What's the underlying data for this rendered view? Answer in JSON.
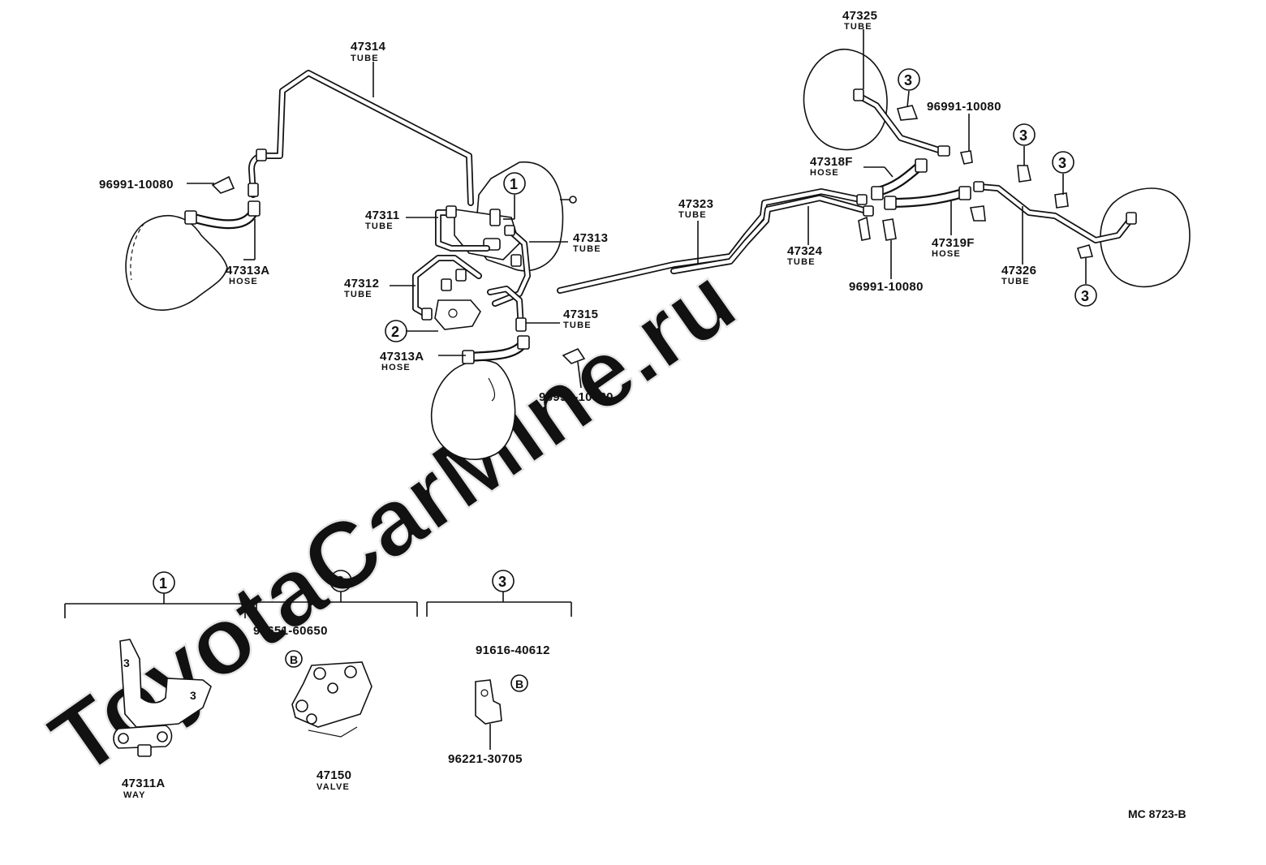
{
  "watermark": "ToyotaCarMine.ru",
  "figure_code": "MC 8723-B",
  "callouts": {
    "p47314": {
      "number": "47314",
      "desc": "TUBE"
    },
    "p96991_a": {
      "number": "96991-10080"
    },
    "p47311": {
      "number": "47311",
      "desc": "TUBE"
    },
    "p47313": {
      "number": "47313",
      "desc": "TUBE"
    },
    "p47313A_a": {
      "number": "47313A",
      "desc": "HOSE"
    },
    "p47312": {
      "number": "47312",
      "desc": "TUBE"
    },
    "p47315": {
      "number": "47315",
      "desc": "TUBE"
    },
    "p47313A_b": {
      "number": "47313A",
      "desc": "HOSE"
    },
    "p96991_b": {
      "number": "96991-10080"
    },
    "p47323": {
      "number": "47323",
      "desc": "TUBE"
    },
    "p47325": {
      "number": "47325",
      "desc": "TUBE"
    },
    "p96991_c": {
      "number": "96991-10080"
    },
    "p47318F": {
      "number": "47318F",
      "desc": "HOSE"
    },
    "p47324": {
      "number": "47324",
      "desc": "TUBE"
    },
    "p96991_d": {
      "number": "96991-10080"
    },
    "p47319F": {
      "number": "47319F",
      "desc": "HOSE"
    },
    "p47326": {
      "number": "47326",
      "desc": "TUBE"
    },
    "p91651": {
      "number": "91651-60650"
    },
    "p91616": {
      "number": "91616-40612"
    },
    "p96221": {
      "number": "96221-30705"
    },
    "p47311A": {
      "number": "47311A",
      "desc": "WAY"
    },
    "p47150": {
      "number": "47150",
      "desc": "VALVE"
    }
  },
  "groups": [
    {
      "ref": "1"
    },
    {
      "ref": "2"
    },
    {
      "ref": "3"
    }
  ],
  "markers": {
    "one": "1",
    "two": "2",
    "three": "3",
    "bolt": "B"
  },
  "bracket_stamp": "3"
}
